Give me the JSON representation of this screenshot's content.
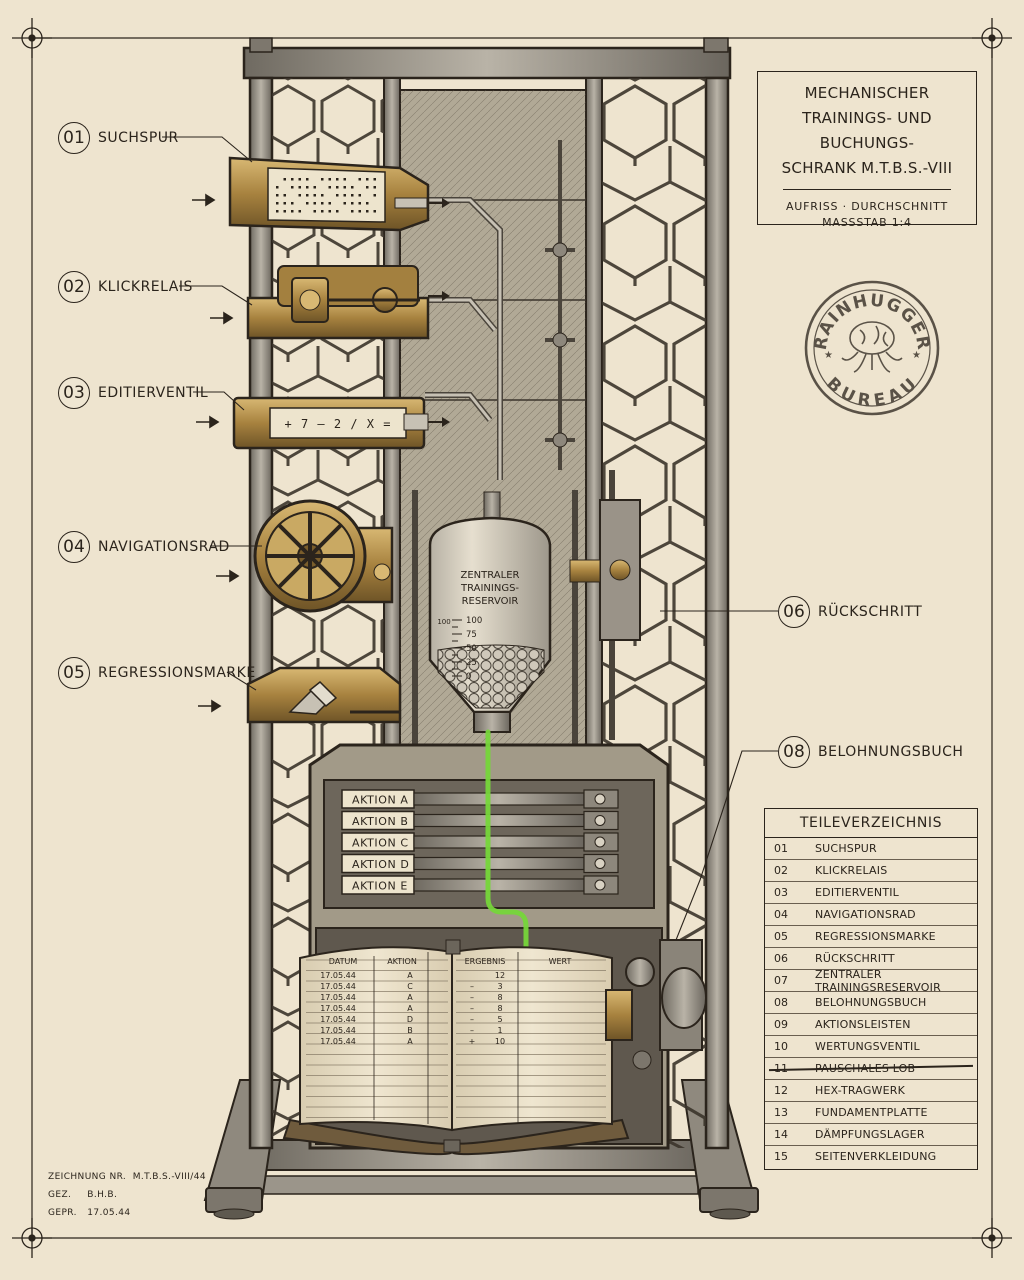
{
  "title": {
    "line1": "MECHANISCHER",
    "line2": "TRAININGS- UND BUCHUNGS-",
    "line3": "SCHRANK  M.T.B.S.-VIII",
    "view": "AUFRISS  ·  DURCHSCHNITT",
    "scale": "MASSSTAB  1:4"
  },
  "stamp": {
    "top": "BRAINHUGGERS",
    "bottom": "BUREAU"
  },
  "callouts": [
    {
      "num": "01",
      "label": "SUCHSPUR"
    },
    {
      "num": "02",
      "label": "KLICKRELAIS"
    },
    {
      "num": "03",
      "label": "EDITIERVENTIL"
    },
    {
      "num": "04",
      "label": "NAVIGATIONSRAD"
    },
    {
      "num": "05",
      "label": "REGRESSIONSMARKE"
    },
    {
      "num": "06",
      "label": "RÜCKSCHRITT"
    },
    {
      "num": "08",
      "label": "BELOHNUNGSBUCH"
    }
  ],
  "editor_display": "+ 7 – 2 / X =",
  "reservoir": {
    "label1": "ZENTRALER",
    "label2": "TRAININGS-",
    "label3": "RESERVOIR",
    "scale": [
      "100",
      "75",
      "50",
      "25",
      "0"
    ],
    "scale_left": "100"
  },
  "action_bars": [
    "AKTION A",
    "AKTION B",
    "AKTION C",
    "AKTION D",
    "AKTION E"
  ],
  "ledger": {
    "headers": [
      "DATUM",
      "AKTION",
      "ERGEBNIS",
      "WERT"
    ],
    "rows": [
      {
        "date": "17.05.44",
        "action": "A",
        "sign": "",
        "result": "12"
      },
      {
        "date": "17.05.44",
        "action": "C",
        "sign": "–",
        "result": "3"
      },
      {
        "date": "17.05.44",
        "action": "A",
        "sign": "–",
        "result": "8"
      },
      {
        "date": "17.05.44",
        "action": "A",
        "sign": "–",
        "result": "8"
      },
      {
        "date": "17.05.44",
        "action": "D",
        "sign": "–",
        "result": "5"
      },
      {
        "date": "17.05.44",
        "action": "B",
        "sign": "–",
        "result": "1"
      },
      {
        "date": "17.05.44",
        "action": "A",
        "sign": "+",
        "result": "10"
      }
    ]
  },
  "parts_list": {
    "title": "TEILEVERZEICHNIS",
    "items": [
      {
        "n": "01",
        "name": "SUCHSPUR"
      },
      {
        "n": "02",
        "name": "KLICKRELAIS"
      },
      {
        "n": "03",
        "name": "EDITIERVENTIL"
      },
      {
        "n": "04",
        "name": "NAVIGATIONSRAD"
      },
      {
        "n": "05",
        "name": "REGRESSIONSMARKE"
      },
      {
        "n": "06",
        "name": "RÜCKSCHRITT"
      },
      {
        "n": "07",
        "name": "ZENTRALER TRAININGSRESERVOIR"
      },
      {
        "n": "08",
        "name": "BELOHNUNGSBUCH"
      },
      {
        "n": "09",
        "name": "AKTIONSLEISTEN"
      },
      {
        "n": "10",
        "name": "WERTUNGSVENTIL"
      },
      {
        "n": "11",
        "name": "PAUSCHALES LOB",
        "struck": true
      },
      {
        "n": "12",
        "name": "HEX-TRAGWERK"
      },
      {
        "n": "13",
        "name": "FUNDAMENTPLATTE"
      },
      {
        "n": "14",
        "name": "DÄMPFUNGSLAGER"
      },
      {
        "n": "15",
        "name": "SEITENVERKLEIDUNG"
      }
    ]
  },
  "footer": {
    "drawing_label": "ZEICHNUNG  NR.",
    "drawing_no": "M.T.B.S.-VIII/44",
    "drawn_label": "GEZ.",
    "drawn": "B.H.B.",
    "checked_label": "GEPR.",
    "checked": "17.05.44"
  },
  "colors": {
    "paper": "#eee4cf",
    "ink": "#2b241c",
    "brass": "#b08a45",
    "steel": "#8a8479",
    "signal_green": "#7ddc3a"
  }
}
